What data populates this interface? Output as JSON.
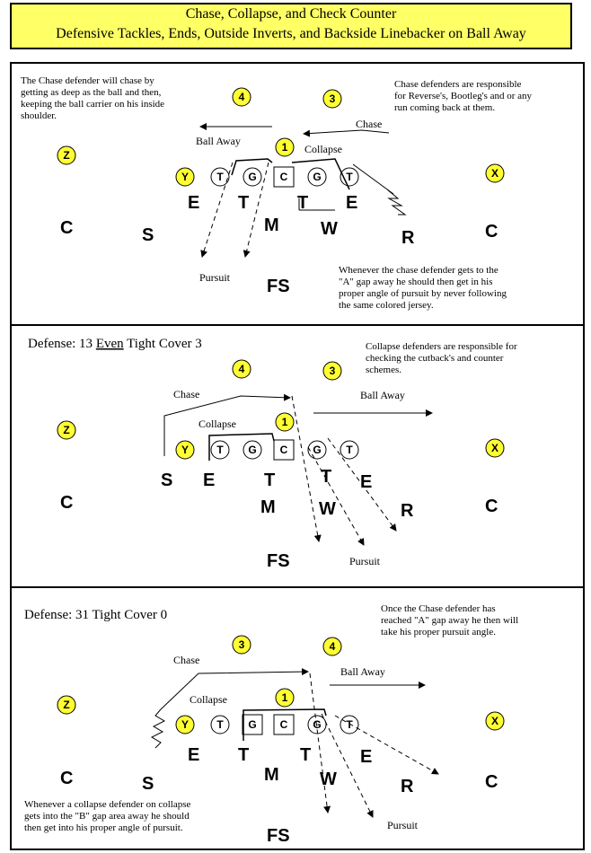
{
  "title": {
    "line1": "Chase, Collapse, and Check Counter",
    "line2": "Defensive Tackles, Ends, Outside Inverts, and Backside Linebacker on Ball Away"
  },
  "panel1": {
    "note_left": [
      "The Chase defender will chase by",
      "getting as deep as the ball and then,",
      "keeping the ball carrier on his inside",
      "shoulder."
    ],
    "note_right_top": [
      "Chase defenders are responsible",
      "for Reverse's, Bootleg's and or any",
      "run coming back at them."
    ],
    "note_bottom": [
      "Whenever the chase defender gets to the",
      "\"A\" gap away he should then get in his",
      "proper angle of pursuit by never following",
      "the same colored jersey."
    ],
    "labels": {
      "ball_away": "Ball Away",
      "collapse": "Collapse",
      "chase": "Chase",
      "pursuit": "Pursuit"
    },
    "players": {
      "z": "Z",
      "y": "Y",
      "x": "X",
      "n1": "1",
      "n4": "4",
      "n3": "3",
      "t": "T",
      "g": "G",
      "c": "C",
      "e_left": "E",
      "t_left": "T",
      "m": "M",
      "t_right": "T",
      "e_right": "E",
      "w": "W",
      "r": "R",
      "s": "S",
      "fs": "FS",
      "c_left": "C",
      "c_right": "C"
    }
  },
  "panel2": {
    "heading_pre": "Defense: 13 ",
    "heading_u": "Even",
    "heading_post": " Tight Cover 3",
    "note_right": [
      "Collapse defenders are responsible for",
      "checking the cutback's and counter",
      "schemes."
    ],
    "labels": {
      "chase": "Chase",
      "ball_away": "Ball Away",
      "collapse": "Collapse",
      "pursuit": "Pursuit"
    },
    "players": {
      "z": "Z",
      "y": "Y",
      "x": "X",
      "n1": "1",
      "n4": "4",
      "n3": "3",
      "t": "T",
      "g": "G",
      "c": "C",
      "s": "S",
      "e_left": "E",
      "t_left": "T",
      "t_right": "T",
      "e_right": "E",
      "m": "M",
      "w": "W",
      "r": "R",
      "fs": "FS",
      "c_left": "C",
      "c_right": "C"
    }
  },
  "panel3": {
    "heading": "Defense: 31 Tight Cover 0",
    "note_right": [
      "Once the Chase defender has",
      "reached \"A\" gap away he then will",
      "take his proper pursuit angle."
    ],
    "note_bottom": [
      "Whenever a collapse defender on collapse",
      "gets into the \"B\" gap area away he should",
      "then get into his proper angle of pursuit."
    ],
    "labels": {
      "chase": "Chase",
      "ball_away": "Ball Away",
      "collapse": "Collapse",
      "pursuit": "Pursuit"
    },
    "players": {
      "z": "Z",
      "y": "Y",
      "x": "X",
      "n1": "1",
      "n3": "3",
      "n4": "4",
      "t": "T",
      "g": "G",
      "c": "C",
      "e_left": "E",
      "t_left": "T",
      "t_right": "T",
      "e_right": "E",
      "m": "M",
      "w": "W",
      "r": "R",
      "s": "S",
      "fs": "FS",
      "c_left": "C",
      "c_right": "C"
    }
  },
  "colors": {
    "yellow": "#ffff33",
    "title_bg": "#ffff66"
  }
}
